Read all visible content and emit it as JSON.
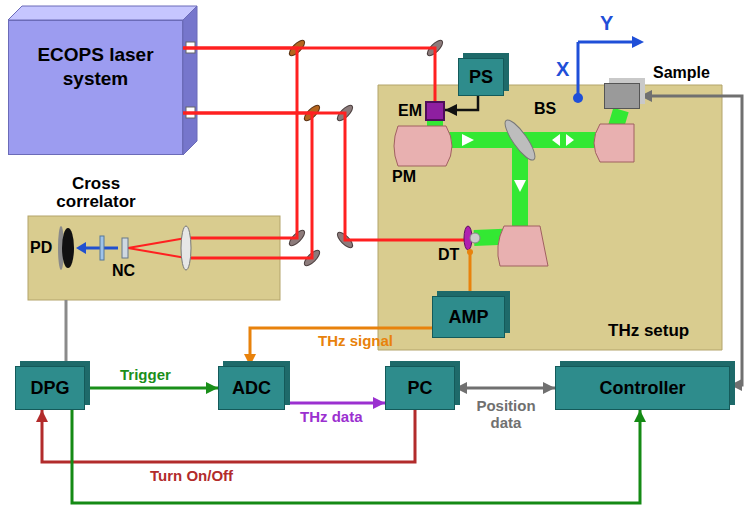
{
  "diagram": {
    "nodes": [
      {
        "text": [
          "ECOPS laser system"
        ]
      },
      {
        "text": [
          "Cross correlator"
        ]
      },
      {
        "text": [
          "PS"
        ]
      },
      {
        "text": [
          "THz setup"
        ]
      },
      {
        "text": [
          "EM"
        ],
        "in": 3
      },
      {
        "text": [
          "Sample"
        ]
      },
      {
        "text": [
          "AMP"
        ]
      },
      {
        "text": [
          "DPG"
        ]
      },
      {
        "text": [
          "ADC"
        ]
      },
      {
        "text": [
          "PC"
        ]
      },
      {
        "text": [
          "Controller"
        ]
      }
    ],
    "edges": [
      {
        "from": 2,
        "to": 4,
        "arrow": "to"
      },
      {
        "from": 0,
        "to": 4,
        "arrow": "none"
      },
      {
        "from": 0,
        "to": 1,
        "arrow": "none"
      },
      {
        "from": 0,
        "to": 1,
        "arrow": "none"
      },
      {
        "from": 0,
        "to": 3,
        "arrow": "none"
      },
      {
        "from": 1,
        "to": 7,
        "arrow": "none"
      },
      {
        "from": 6,
        "to": 8,
        "label": "THz signal",
        "arrow": "to"
      },
      {
        "from": 7,
        "to": 8,
        "label": "Trigger",
        "arrow": "to"
      },
      {
        "from": 8,
        "to": 9,
        "label": "THz data",
        "arrow": "to"
      },
      {
        "from": 9,
        "to": 10,
        "label": "Position data",
        "arrow": "both"
      },
      {
        "from": 9,
        "to": 7,
        "label": "Turn On/Off",
        "arrow": "to"
      },
      {
        "from": 7,
        "to": 10,
        "arrow": "to"
      },
      {
        "from": 10,
        "to": 5,
        "arrow": "both"
      }
    ],
    "labels": [
      "Y",
      "X",
      "PD",
      "NC",
      "BS",
      "PM",
      "DT"
    ]
  }
}
